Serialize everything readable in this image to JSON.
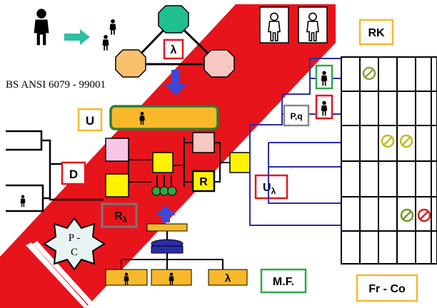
{
  "standard_label": "BS ANSI 6079 - 99001",
  "labels": {
    "lambda_triangle": "λ",
    "u": "U",
    "d": "D",
    "r": "R",
    "r_lambda_base": "R",
    "r_lambda_sub": "λ",
    "u_lambda_base": "U",
    "u_lambda_sub": "λ",
    "pq": "P,q",
    "pc_line1": "P -",
    "pc_line2": "C",
    "rk": "RK",
    "mf": "M.F.",
    "frco": "Fr - Co",
    "mf_lambda": "λ"
  },
  "colors": {
    "red": "#e8141c",
    "yellow": "#fff200",
    "orange": "#f7b92a",
    "green_dark": "#2e7d32",
    "teal": "#1fbf8f",
    "salmon": "#f9c7c3",
    "pink": "#f7c6e6",
    "blue": "#2c2ca8",
    "arrow_blue": "#3b48d8",
    "arrow_teal": "#2fbf9f"
  }
}
